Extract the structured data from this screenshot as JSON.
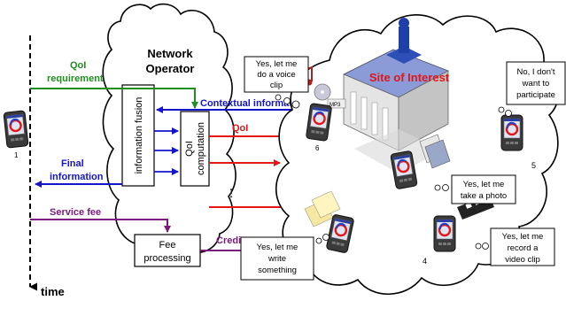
{
  "time_axis": {
    "label": "time"
  },
  "network_operator": {
    "title_line1": "Network",
    "title_line2": "Operator"
  },
  "boxes": {
    "information_fusion": "information fusion",
    "qoi_computation_line1": "QoI",
    "qoi_computation_line2": "computation",
    "fee_processing_line1": "Fee",
    "fee_processing_line2": "processing"
  },
  "flows": {
    "qoi_requirement_line1": "QoI",
    "qoi_requirement_line2": "requirement",
    "contextual_information": "Contextual information",
    "qoi": "QoI",
    "ellipsis": "⋮",
    "final_information_line1": "Final",
    "final_information_line2": "information",
    "service_fee": "Service fee",
    "credit": "Credit"
  },
  "site": {
    "label": "Site of Interest",
    "badge": "MP3"
  },
  "bubbles": {
    "voice_line1": "Yes, let me",
    "voice_line2": "do a voice",
    "voice_line3": "clip",
    "no_line1": "No, I don't",
    "no_line2": "want to",
    "no_line3": "participate",
    "photo_line1": "Yes, let me",
    "photo_line2": "take a photo",
    "write_line1": "Yes, let me",
    "write_line2": "write",
    "write_line3": "something",
    "video_line1": "Yes, let me",
    "video_line2": "record a",
    "video_line3": "video clip"
  },
  "device_numbers": {
    "d1": "1",
    "d4": "4",
    "d5": "5",
    "d6": "6"
  },
  "colors": {
    "green": "#1f8f1f",
    "blue": "#1414cc",
    "red": "#e01818",
    "purple": "#7a1a7a"
  }
}
